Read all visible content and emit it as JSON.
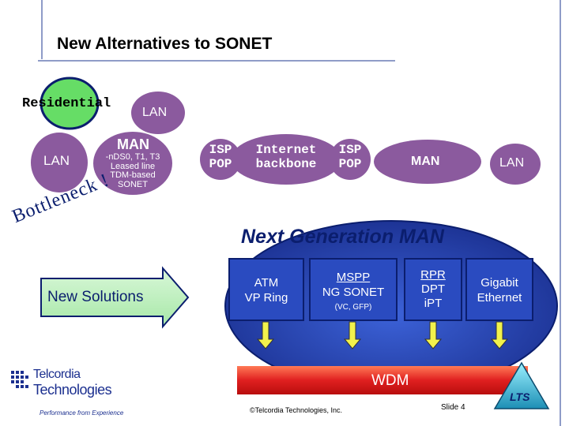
{
  "title": "New Alternatives to SONET",
  "top_row": {
    "residential": "Residential",
    "lan_top": "LAN",
    "lan_left": "LAN",
    "man": "MAN",
    "man_details": [
      "-nDS0, T1, T3",
      "Leased line",
      "TDM-based",
      "SONET"
    ],
    "isp_pop_left": [
      "ISP",
      "POP"
    ],
    "internet_backbone": [
      "Internet",
      "backbone"
    ],
    "isp_pop_right": [
      "ISP",
      "POP"
    ],
    "man_right": "MAN",
    "lan_right": "LAN"
  },
  "bottleneck_text": "Bottleneck !",
  "new_solutions": "New Solutions",
  "next_gen": {
    "title": "Next Generation MAN",
    "boxes": [
      {
        "lines": [
          "ATM",
          "VP Ring"
        ],
        "sub": ""
      },
      {
        "lines": [
          "MSPP",
          "NG SONET"
        ],
        "sub": "(VC, GFP)"
      },
      {
        "lines": [
          "RPR",
          "DPT",
          "iPT"
        ],
        "sub": ""
      },
      {
        "lines": [
          "Gigabit",
          "Ethernet"
        ],
        "sub": ""
      }
    ],
    "wdm": "WDM"
  },
  "footer": {
    "logo_line1": "Telcordia",
    "logo_line2": "Technologies",
    "logo_tagline": "Performance from Experience",
    "copyright": "©Telcordia Technologies, Inc.",
    "slide": "Slide 4",
    "badge": "LTS"
  },
  "colors": {
    "navy": "#0b1e6e",
    "green_circle": "#66dd66",
    "purple": "#8b5a9e",
    "ellipse_blue": "#1f3fb0",
    "yellow_arrow": "#f2f24c",
    "wdm_red": "#e02020"
  }
}
